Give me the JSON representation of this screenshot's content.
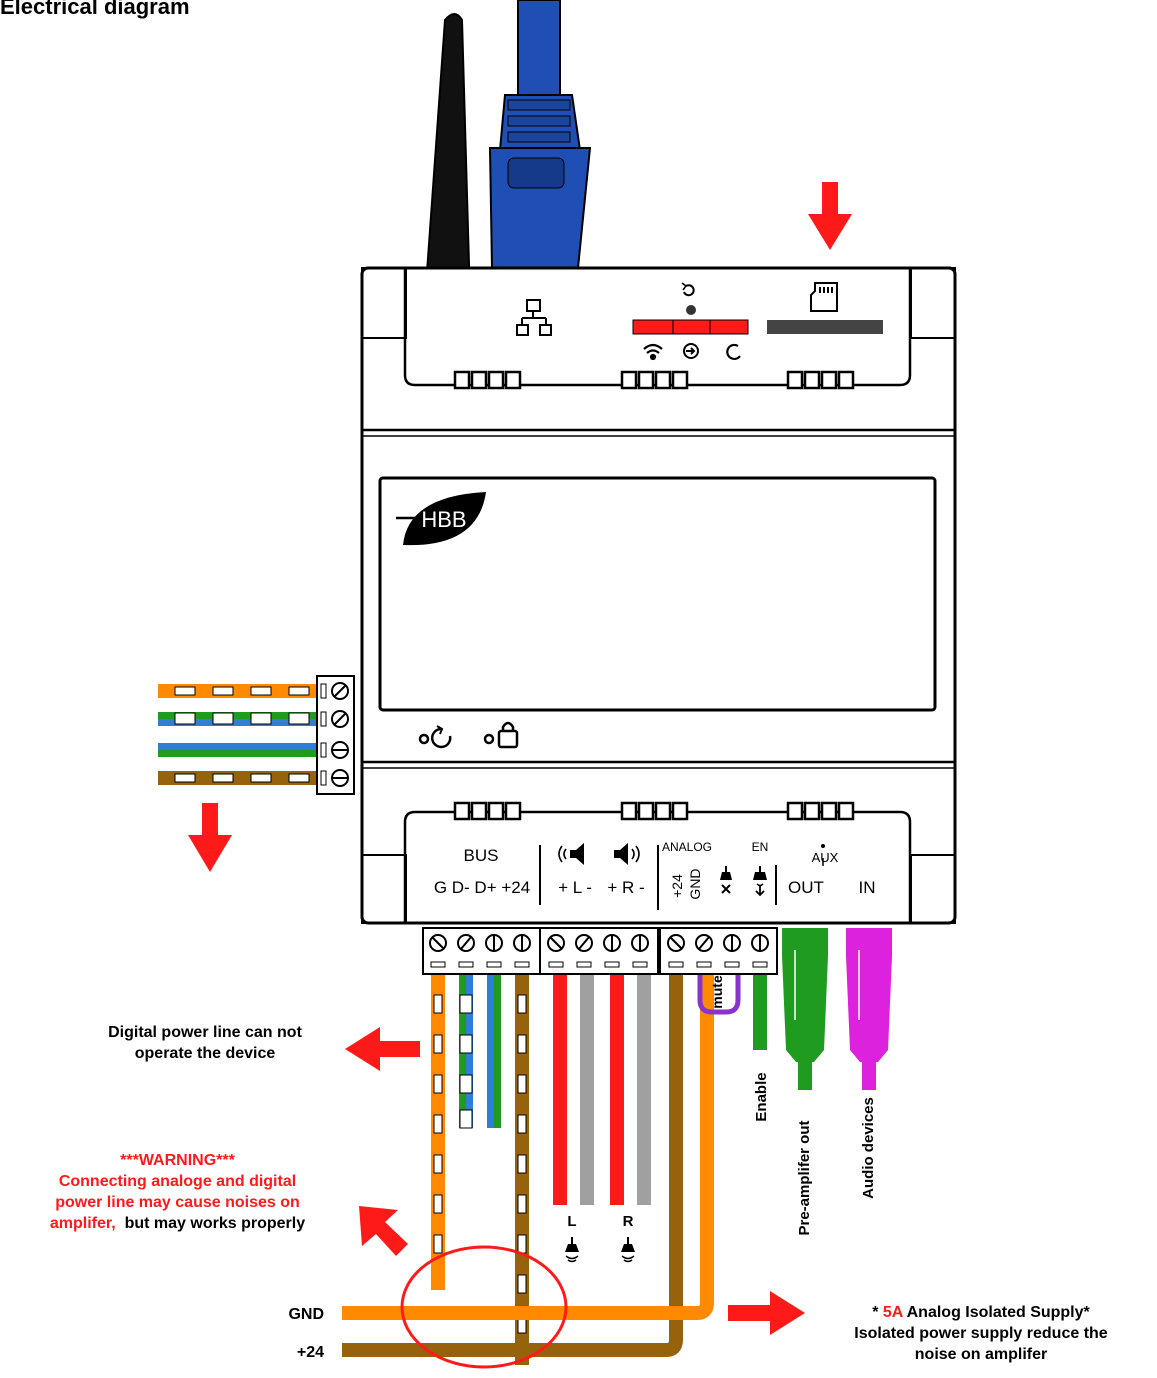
{
  "title": "Electrical diagram",
  "brand": "HBB",
  "bus_group": {
    "label": "BUS",
    "terms": "G D- D+ +24"
  },
  "speaker_group": {
    "left_terms": "+ L -",
    "right_terms": "+ R -"
  },
  "analog_group": {
    "label": "ANALOG",
    "plus24": "+24",
    "gnd": "GND"
  },
  "enable_group": {
    "label": "EN"
  },
  "aux_group": {
    "label": "AUX",
    "out": "OUT",
    "in": "IN"
  },
  "labels": {
    "mute": "mute",
    "enable": "Enable",
    "preamp": "Pre-amplifer out",
    "audio": "Audio devices",
    "speaker_l": "L",
    "speaker_r": "R",
    "gnd": "GND",
    "plus24": "+24"
  },
  "notes": {
    "digital_power": [
      "Digital power line can not",
      "operate the device"
    ],
    "warning_title": "***WARNING***",
    "warning_red": [
      "Connecting analoge and digital",
      "power line may cause noises on"
    ],
    "warning_red_tail": "amplifer,",
    "warning_black_tail": "  but may works properly",
    "supply_prefix": "* ",
    "supply_amp": "5A",
    "supply_rest": " Analog Isolated Supply*",
    "supply_lines": [
      "Isolated power supply reduce the",
      "noise on amplifer"
    ]
  },
  "colors": {
    "orange": "#ff8a00",
    "brown": "#96620c",
    "green": "#1f9c1f",
    "blue": "#2f7fd6",
    "red": "#ff1a1a",
    "gray": "#a0a0a0",
    "magenta": "#dd22dd",
    "purple": "#8833cc",
    "cable_blue": "#1f4fb5",
    "led_red": "#ff1a1a"
  }
}
